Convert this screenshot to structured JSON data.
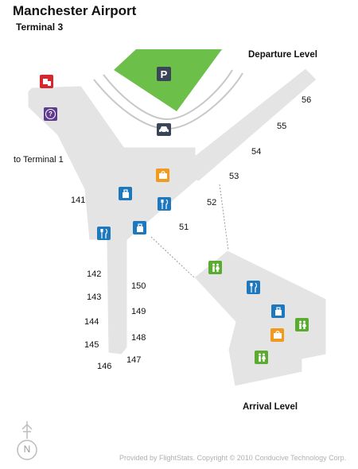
{
  "header": {
    "title": "Manchester Airport",
    "subtitle": "Terminal 3"
  },
  "labels": {
    "departure_level": "Departure Level",
    "arrival_level": "Arrival Level",
    "to_terminal_1": "to Terminal 1"
  },
  "gates": {
    "g56": "56",
    "g55": "55",
    "g54": "54",
    "g53": "53",
    "g52": "52",
    "g51": "51",
    "g141": "141",
    "g142": "142",
    "g143": "143",
    "g144": "144",
    "g145": "145",
    "g146": "146",
    "g147": "147",
    "g148": "148",
    "g149": "149",
    "g150": "150"
  },
  "icons": {
    "parking": "P",
    "help": "?"
  },
  "compass": {
    "north": "N"
  },
  "credit": "Provided by FlightStats. Copyright © 2010 Conducive Technology Corp.",
  "colors": {
    "concourse": "#e4e4e4",
    "parking_area": "#6cc04a",
    "restaurant_icon": "#1e78be",
    "restroom_icon": "#5aab2f",
    "shop_icon": "#f19a1e",
    "ticket_icon": "#d7262d",
    "info_icon": "#5e3b8f",
    "taxi_icon": "#3a4658"
  }
}
